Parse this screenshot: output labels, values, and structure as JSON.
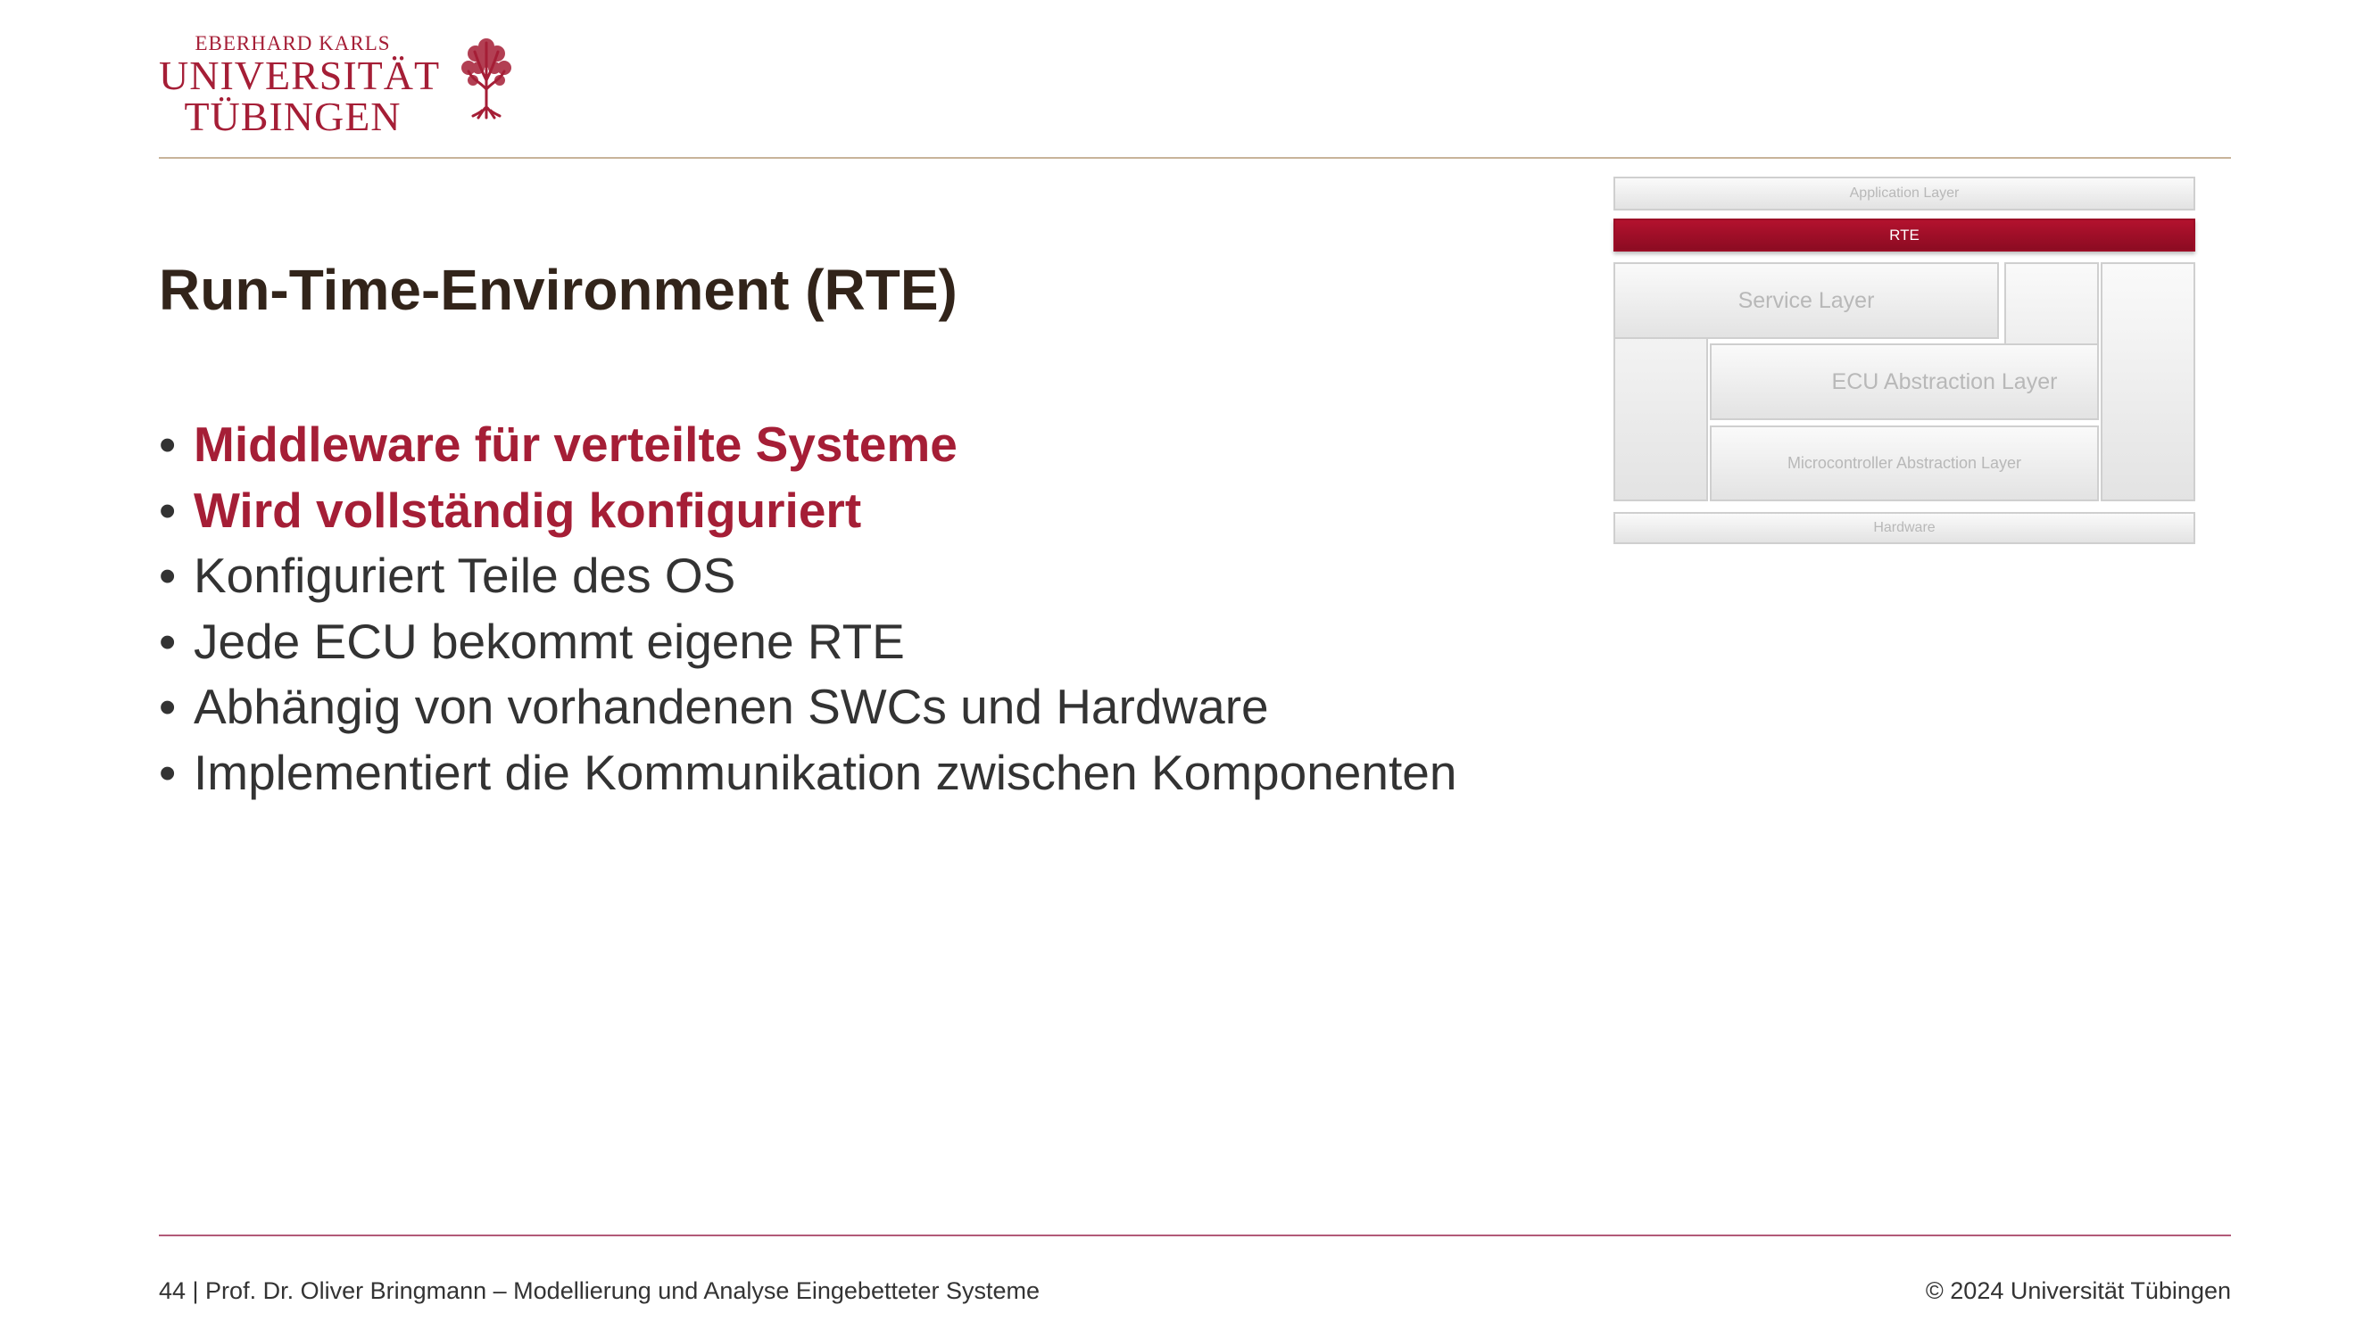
{
  "logo": {
    "line1": "EBERHARD KARLS",
    "line2": "UNIVERSITÄT",
    "line3": "TÜBINGEN",
    "tree_icon": "university-tree-icon",
    "color": "#a51e36"
  },
  "slide": {
    "title": "Run-Time-Environment (RTE)",
    "bullet_char": "•",
    "bullets": [
      {
        "text": "Middleware für verteilte Systeme",
        "highlight": true
      },
      {
        "text": "Wird vollständig konfiguriert",
        "highlight": true
      },
      {
        "text": "Konfiguriert Teile des OS",
        "highlight": false
      },
      {
        "text": "Jede ECU bekommt eigene RTE",
        "highlight": false
      },
      {
        "text": "Abhängig von vorhandenen SWCs und Hardware",
        "highlight": false
      },
      {
        "text": "Implementiert die Kommunikation zwischen Komponenten",
        "highlight": false
      }
    ]
  },
  "diagram": {
    "application_layer": "Application Layer",
    "rte": "RTE",
    "service_layer": "Service Layer",
    "ecu_abstraction_layer": "ECU Abstraction Layer",
    "microcontroller_abstraction_layer": "Microcontroller Abstraction Layer",
    "hardware": "Hardware",
    "highlight_color": "#a51e36"
  },
  "footer": {
    "left": "44 | Prof. Dr. Oliver Bringmann – Modellierung und Analyse Eingebetteter Systeme",
    "right": "© 2024 Universität Tübingen"
  },
  "colors": {
    "accent": "#a51e36",
    "title": "#32241a",
    "text": "#333333"
  }
}
